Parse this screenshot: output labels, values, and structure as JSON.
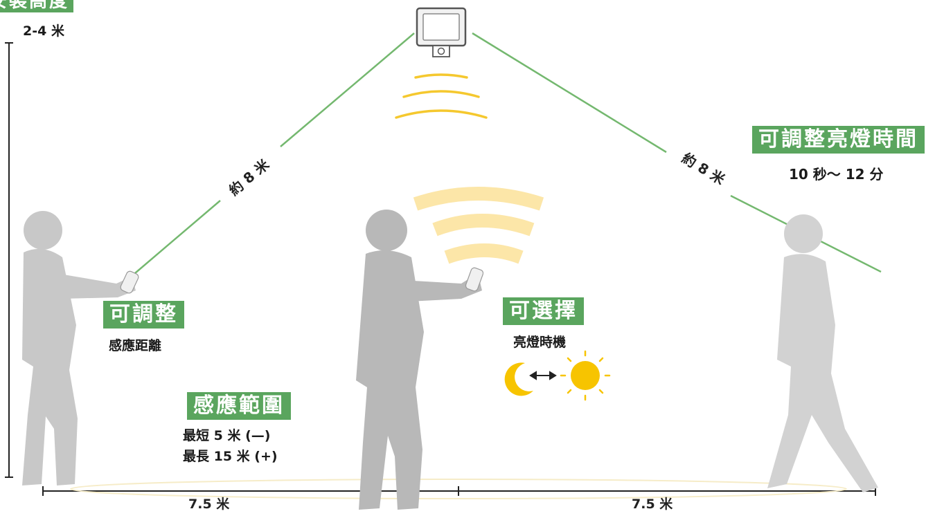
{
  "install_height": {
    "tag": "安裝高度",
    "value": "2-4 米"
  },
  "diagonal_left": "約 8 米",
  "diagonal_right": "約 8 米",
  "adjust_duration": {
    "tag": "可調整亮燈時間",
    "value": "10 秒～ 12 分"
  },
  "adjust_distance": {
    "tag": "可調整",
    "sub": "感應距離"
  },
  "select_timing": {
    "tag": "可選擇",
    "sub": "亮燈時機"
  },
  "sense_range": {
    "tag": "感應範圍",
    "line1": "最短 5 米 (—)",
    "line2": "最長 15 米 (+)"
  },
  "ground_left": "7.5 米",
  "ground_right": "7.5 米",
  "colors": {
    "accent_green": "#5aa55e",
    "line_green": "#74b86f",
    "wave_yellow": "#f5c82e",
    "sun": "#f7c400",
    "person": "#c8c8c8"
  },
  "icons": [
    "floodlight-icon",
    "motion-wave-icon",
    "moon-icon",
    "sun-icon",
    "double-arrow-icon",
    "person-silhouette"
  ]
}
